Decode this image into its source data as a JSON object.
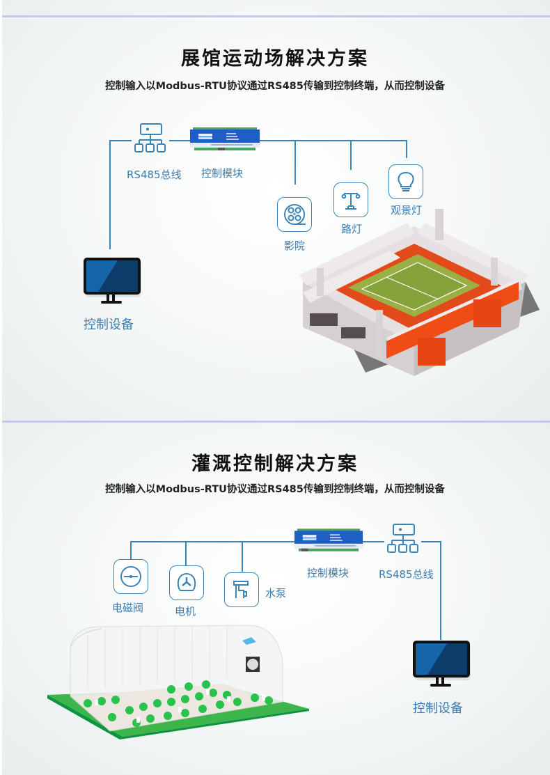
{
  "colors": {
    "accent_line": "#3a84b8",
    "label_text": "#3a7bb0",
    "separator": "#c5c8ef",
    "title_text": "#111111"
  },
  "section1": {
    "title": "展馆运动场解决方案",
    "subtitle": "控制输入以Modbus-RTU协议通过RS485传输到控制终端，从而控制设备",
    "nodes": {
      "rs485": {
        "label": "RS485总线",
        "icon": "network-hub-icon"
      },
      "module": {
        "label": "控制模块",
        "icon": "control-module-image"
      },
      "cinema": {
        "label": "影院",
        "icon": "film-reel-icon"
      },
      "street_light": {
        "label": "路灯",
        "icon": "street-lamp-icon"
      },
      "landscape_light": {
        "label": "观景灯",
        "icon": "light-bulb-icon"
      },
      "device": {
        "label": "控制设备",
        "icon": "monitor-icon"
      }
    },
    "illustration": "stadium-illustration"
  },
  "section2": {
    "title": "灌溉控制解决方案",
    "subtitle": "控制输入以Modbus-RTU协议通过RS485传输到控制终端，从而控制设备",
    "nodes": {
      "solenoid_valve": {
        "label": "电磁阀",
        "icon": "valve-icon"
      },
      "motor": {
        "label": "电机",
        "icon": "motor-fan-icon"
      },
      "pump": {
        "label": "水泵",
        "icon": "water-pump-icon"
      },
      "module": {
        "label": "控制模块",
        "icon": "control-module-image"
      },
      "rs485": {
        "label": "RS485总线",
        "icon": "network-hub-icon"
      },
      "device": {
        "label": "控制设备",
        "icon": "monitor-icon"
      }
    },
    "illustration": "greenhouse-illustration"
  }
}
